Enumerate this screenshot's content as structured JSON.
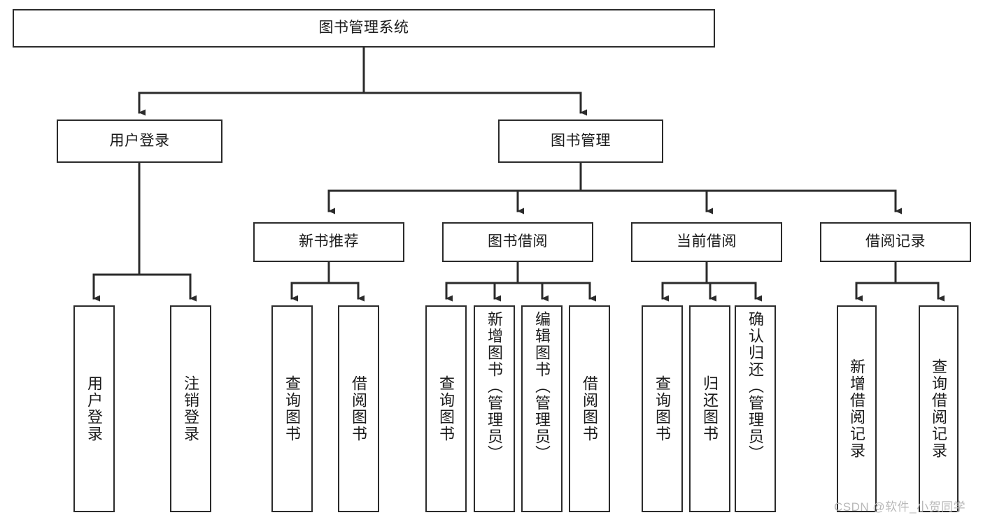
{
  "diagram": {
    "title": "图书管理系统",
    "type": "tree-hierarchy-diagram",
    "colors": {
      "box_border": "#2b2b2b",
      "box_fill": "#ffffff",
      "edge": "#2b2b2b",
      "text": "#1a1a1a",
      "watermark": "#b9b9b9",
      "background": "#ffffff"
    },
    "root": {
      "label": "图书管理系统"
    },
    "level2": [
      {
        "label": "用户登录"
      },
      {
        "label": "图书管理"
      }
    ],
    "level3": [
      {
        "label": "新书推荐"
      },
      {
        "label": "图书借阅"
      },
      {
        "label": "当前借阅"
      },
      {
        "label": "借阅记录"
      }
    ],
    "leaves": {
      "user_login": [
        {
          "label": "用户登录"
        },
        {
          "label": "注销登录"
        }
      ],
      "new_book_recommend": [
        {
          "label": "查询图书"
        },
        {
          "label": "借阅图书"
        }
      ],
      "book_borrow": [
        {
          "label": "查询图书"
        },
        {
          "label": "新增图书（管理员）"
        },
        {
          "label": "编辑图书（管理员）"
        },
        {
          "label": "借阅图书"
        }
      ],
      "current_borrow": [
        {
          "label": "查询图书"
        },
        {
          "label": "归还图书"
        },
        {
          "label": "确认归还（管理员）"
        }
      ],
      "borrow_record": [
        {
          "label": "新增借阅记录"
        },
        {
          "label": "查询借阅记录"
        }
      ]
    },
    "watermark": "CSDN @软件_小贺同学"
  }
}
